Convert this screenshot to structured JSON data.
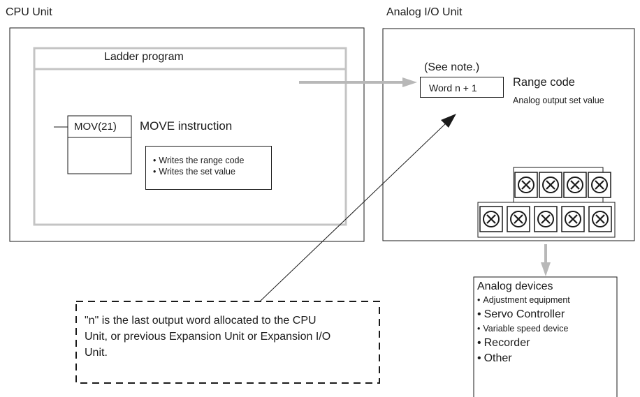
{
  "cpu_unit": {
    "title": "CPU Unit",
    "ladder_program": "Ladder program",
    "instruction_box": "MOV(21)",
    "instruction_name": "MOVE instruction",
    "notes": [
      "Writes the range code",
      "Writes the set value"
    ]
  },
  "analog_unit": {
    "title": "Analog I/O Unit",
    "see_note": "(See note.)",
    "word": "Word n + 1",
    "range_code": "Range code",
    "set_value": "Analog output set value",
    "terminal_rows": [
      4,
      5
    ]
  },
  "analog_devices": {
    "title": "Analog devices",
    "items": [
      {
        "label": "Adjustment equipment",
        "size": "small"
      },
      {
        "label": "Servo Controller",
        "size": "large"
      },
      {
        "label": "Variable speed device",
        "size": "small"
      },
      {
        "label": "Recorder",
        "size": "large"
      },
      {
        "label": "Other",
        "size": "large"
      }
    ]
  },
  "note": {
    "text_lines": [
      "\"n\" is the last output word allocated to the CPU",
      "Unit, or previous Expansion Unit or Expansion I/O",
      "Unit."
    ]
  },
  "colors": {
    "line": "#1a1a1a",
    "flow_arrow": "#b8b8b8",
    "frame": "#c4c4c4"
  }
}
